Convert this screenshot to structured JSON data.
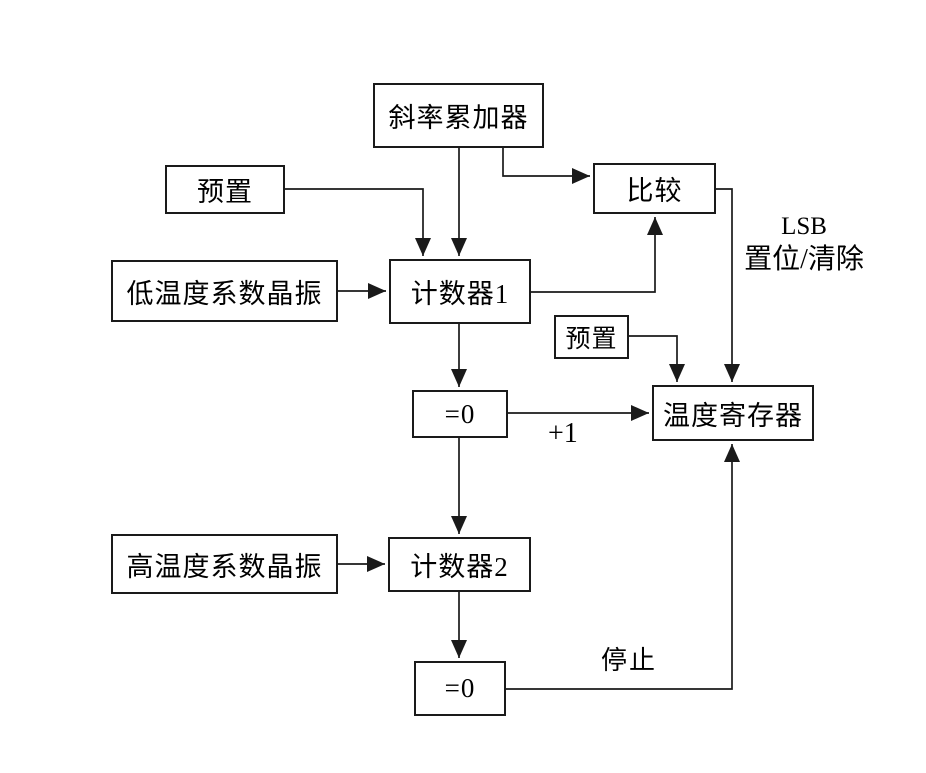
{
  "diagram": {
    "nodes": {
      "slope_accumulator": "斜率累加器",
      "preset1": "预置",
      "compare": "比较",
      "low_temp_crystal": "低温度系数晶振",
      "counter1": "计数器1",
      "preset2": "预置",
      "zero1": "=0",
      "temp_register": "温度寄存器",
      "high_temp_crystal": "高温度系数晶振",
      "counter2": "计数器2",
      "zero2": "=0"
    },
    "edge_labels": {
      "lsb": "LSB",
      "set_clear": "置位/清除",
      "increment": "+1",
      "stop": "停止"
    },
    "colors": {
      "line": "#1a1a1a",
      "box_border": "#1a1a1a",
      "background": "#ffffff",
      "text": "#000000"
    }
  }
}
